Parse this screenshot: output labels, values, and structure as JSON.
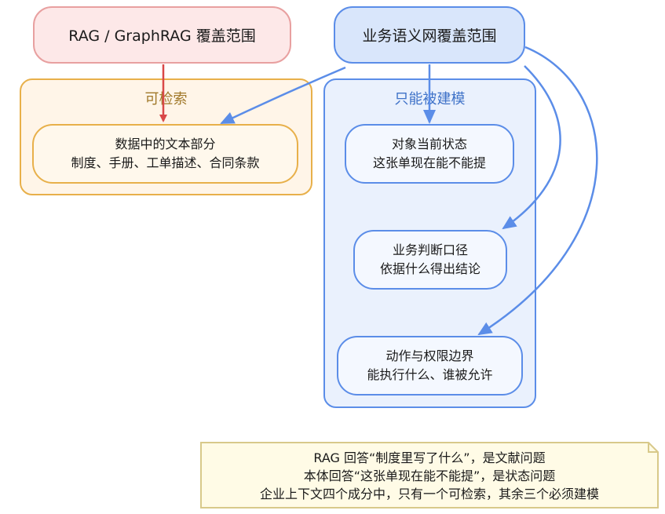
{
  "top_nodes": {
    "rag": "RAG / GraphRAG 覆盖范围",
    "semantic": "业务语义网覆盖范围"
  },
  "clusters": {
    "searchable": {
      "label": "可检索",
      "node": {
        "line1": "数据中的文本部分",
        "line2": "制度、手册、工单描述、合同条款"
      }
    },
    "model_only": {
      "label": "只能被建模",
      "nodes": [
        {
          "line1": "对象当前状态",
          "line2": "这张单现在能不能提"
        },
        {
          "line1": "业务判断口径",
          "line2": "依据什么得出结论"
        },
        {
          "line1": "动作与权限边界",
          "line2": "能执行什么、谁被允许"
        }
      ]
    }
  },
  "note": {
    "line1": "RAG 回答“制度里写了什么”，是文献问题",
    "line2": "本体回答“这张单现在能不能提”，是状态问题",
    "line3": "企业上下文四个成分中，只有一个可检索，其余三个必须建模"
  },
  "colors": {
    "rag_fill": "#fde8e8",
    "rag_border": "#e8a0a0",
    "semantic_fill": "#d9e6fb",
    "semantic_border": "#5b8de8",
    "searchable_fill": "#fff5e8",
    "searchable_border": "#e8b04a",
    "searchable_label": "#a07828",
    "model_fill": "#eaf1fd",
    "model_border": "#5b8de8",
    "model_label": "#3f72c8",
    "red_arrow": "#d94848",
    "blue_arrow": "#5b8de8",
    "note_fill": "#fffbe6",
    "note_border": "#d8c98a"
  }
}
